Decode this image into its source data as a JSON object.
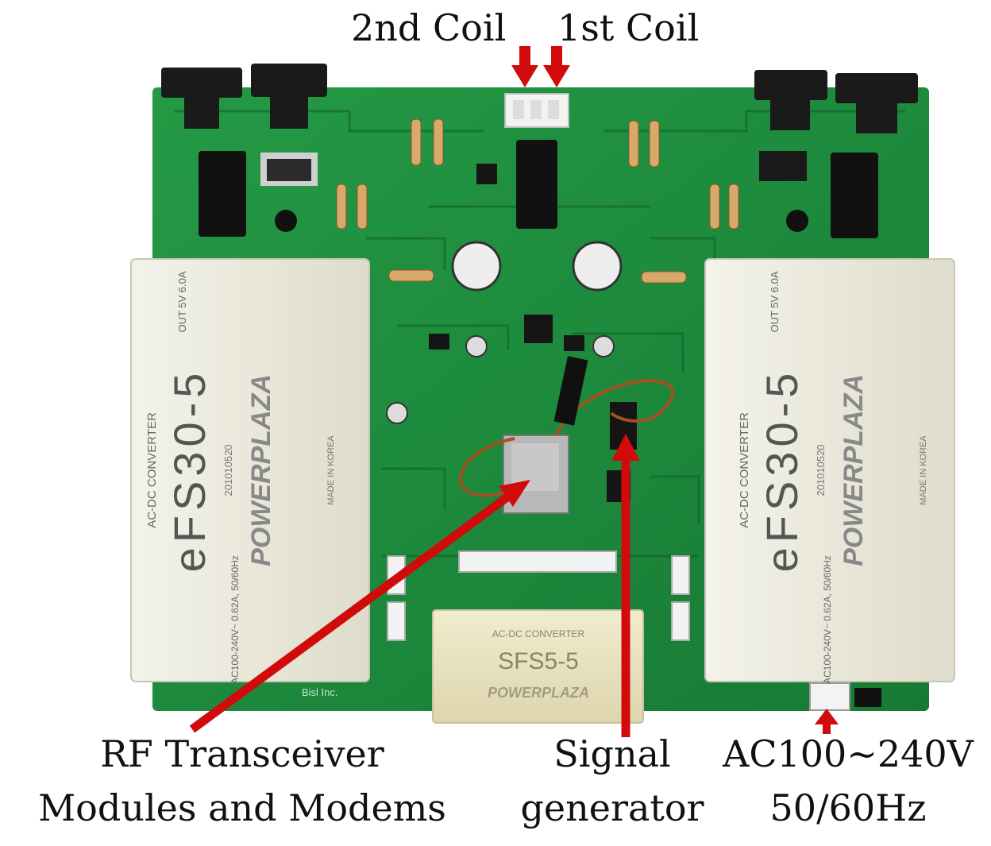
{
  "figure": {
    "annotations": {
      "second_coil": "2nd Coil",
      "first_coil": "1st Coil",
      "rf_line1": "RF Transceiver",
      "rf_line2": "Modules and Modems",
      "signal_line1": "Signal",
      "signal_line2": "generator",
      "ac_line1": "AC100~240V",
      "ac_line2": "50/60Hz"
    },
    "module_left": {
      "model": "eFS30-5",
      "brand": "POWERPLAZA",
      "type": "AC-DC CONVERTER",
      "output": "OUT 5V 6.0A",
      "input": "AC100-240V~ 0.62A, 50/60Hz",
      "date": "201010520",
      "origin": "MADE IN KOREA"
    },
    "module_right": {
      "model": "eFS30-5",
      "brand": "POWERPLAZA",
      "type": "AC-DC CONVERTER",
      "output": "OUT 5V 6.0A",
      "input": "AC100-240V~ 0.62A, 50/60Hz",
      "date": "201010520",
      "origin": "MADE IN KOREA"
    },
    "module_bottom": {
      "model": "SFS5-5",
      "brand": "POWERPLAZA",
      "type": "AC-DC CONVERTER"
    },
    "board_maker": "Bisl Inc.",
    "colors": {
      "pcb": "#1f8a3c",
      "pcb_dark": "#146b2c",
      "arrow": "#d10b0b",
      "module": "#efeee2"
    }
  }
}
